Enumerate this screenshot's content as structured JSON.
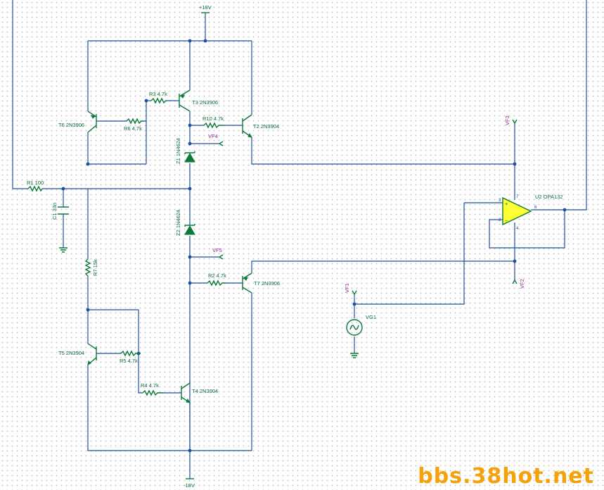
{
  "rails": {
    "positive": "+18V",
    "negative": "-18V"
  },
  "components": {
    "R1": "R1 100",
    "C1": "C1 33n",
    "R2": "R2 4.7k",
    "R3": "R3 4.7k",
    "R4": "R4 4.7k",
    "R5": "R5 4.7k",
    "R6": "R6 4.7k",
    "R7": "R7 15k",
    "R10": "R10 4.7k",
    "T2": "T2 2N3904",
    "T3": "T3 2N3906",
    "T4": "T4 2N3904",
    "T5": "T5 2N3904",
    "T6": "T6 2N3906",
    "T7": "T7 2N3906",
    "Z1": "Z1 1N4624",
    "Z2": "Z2 1N4624",
    "U2": "U2 OPA132",
    "VG1": "VG1"
  },
  "probes": {
    "VF1": "VF1",
    "VF2": "VF2",
    "VF3": "VF3",
    "VF4": "VF4",
    "VF5": "VF5"
  },
  "opamp_pins": {
    "in_neg": "2",
    "in_pos": "3",
    "out": "6",
    "vplus": "7",
    "vminus": "4"
  },
  "watermark": "bbs.38hot.net",
  "colors": {
    "wire": "#1f4fa0",
    "component": "#0c7a3a",
    "probe_label": "#8e2b8e",
    "opamp_fill": "#ffff33",
    "watermark": "#f4a10a"
  }
}
